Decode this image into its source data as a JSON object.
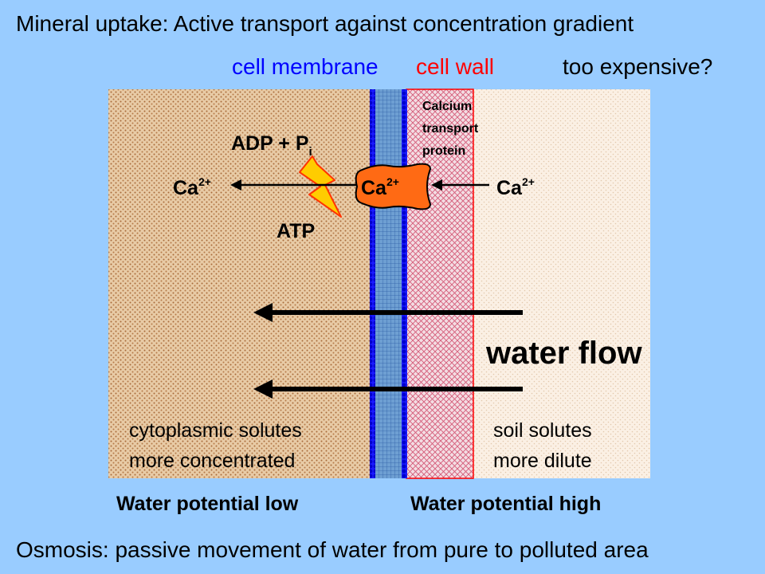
{
  "header": {
    "title": "Mineral uptake: Active transport against concentration gradient",
    "cell_membrane_label": "cell membrane",
    "cell_wall_label": "cell wall",
    "question": "too expensive?"
  },
  "diagram": {
    "protein_label_line1": "Calcium",
    "protein_label_line2": "transport",
    "protein_label_line3": "protein",
    "adp_label": "ADP + P",
    "adp_subscript": "i",
    "atp_label": "ATP",
    "ion_base": "Ca",
    "ion_charge": "2+",
    "water_flow_label": "water flow",
    "cytoplasm_line1": "cytoplasmic solutes",
    "cytoplasm_line2": "more concentrated",
    "soil_line1": "soil solutes",
    "soil_line2": "more dilute"
  },
  "bottom": {
    "water_potential_low": "Water potential low",
    "water_potential_high": "Water potential high",
    "footer": "Osmosis: passive movement of water from pure to polluted area"
  },
  "colors": {
    "background": "#99ccff",
    "cytoplasm": "#e6c9a3",
    "membrane": "#6fa3d6",
    "membrane_edge": "#0000ff",
    "cell_wall": "#ff0000",
    "soil": "#fbeee0",
    "protein": "#ff6600",
    "lightning": "#ffcc00"
  }
}
